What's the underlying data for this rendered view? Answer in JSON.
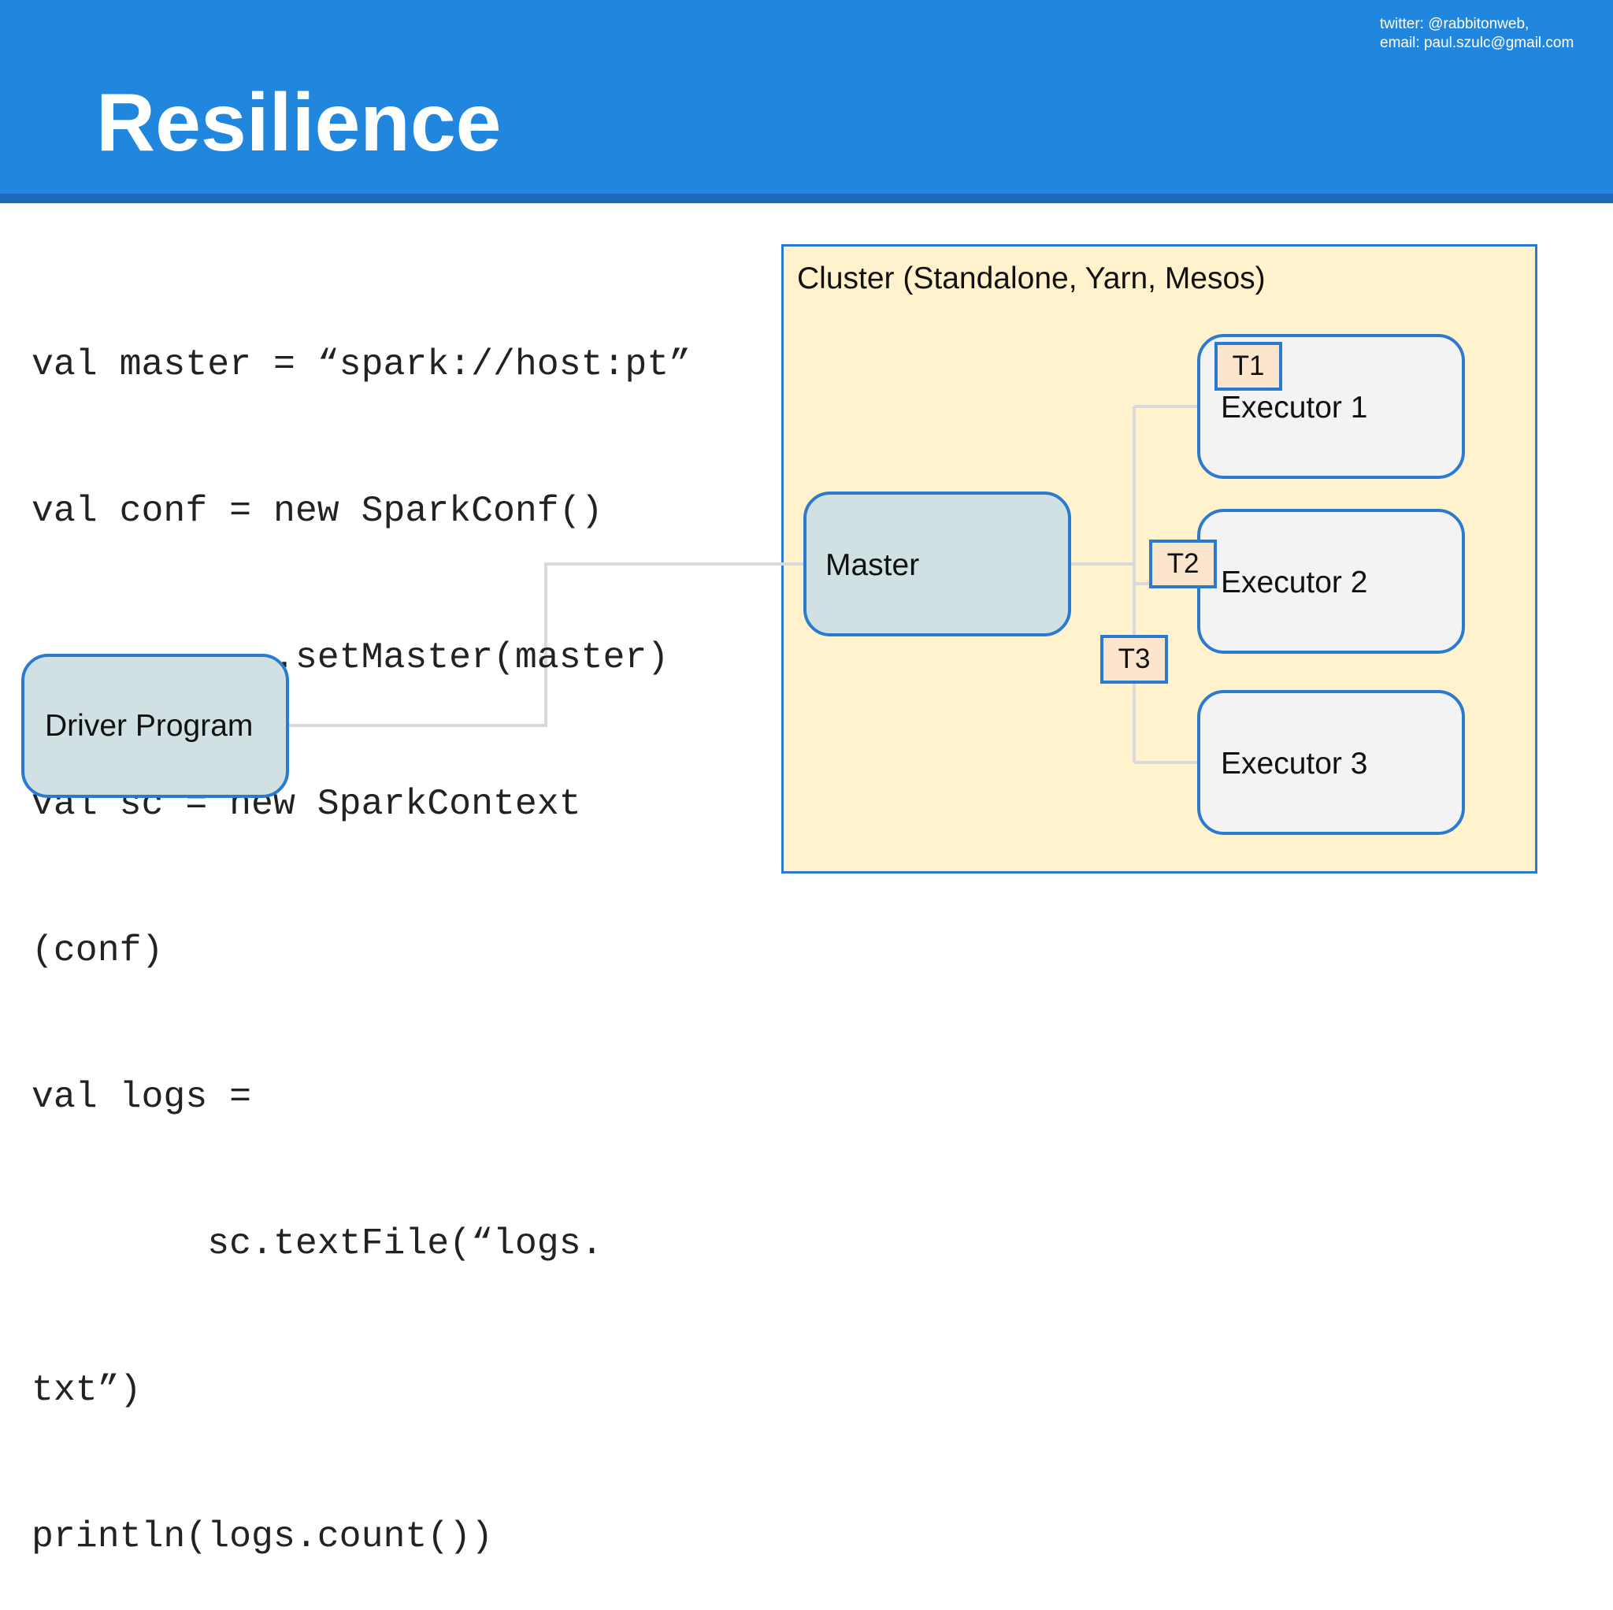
{
  "header": {
    "title": "Resilience",
    "contact_twitter": "twitter: @rabbitonweb,",
    "contact_email": "email: paul.szulc@gmail.com",
    "background_color": "#2187de"
  },
  "code": {
    "lines": [
      "val master = “spark://host:pt”",
      "val conf = new SparkConf()",
      "           .setMaster(master)",
      "val sc = new SparkContext",
      "(conf)",
      "val logs =",
      "        sc.textFile(“logs.",
      "txt”)",
      "println(logs.count())"
    ]
  },
  "diagram": {
    "cluster_label": "Cluster (Standalone, Yarn, Mesos)",
    "master_label": "Master",
    "driver_label": "Driver Program",
    "executors": [
      "Executor 1",
      "Executor 2",
      "Executor 3"
    ],
    "tasks": [
      "T1",
      "T2",
      "T3"
    ],
    "colors": {
      "cluster_fill": "#fff2cc",
      "border": "#2a7bd0",
      "node_fill": "#d0e0e3",
      "executor_fill": "#f3f3f3",
      "task_fill": "#fce5cd",
      "connector": "#d9d9d9"
    }
  }
}
